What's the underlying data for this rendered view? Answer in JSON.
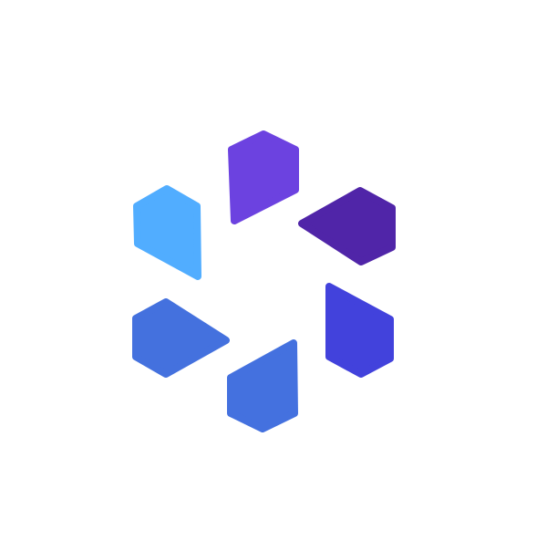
{
  "logo": {
    "name": "hexagonal-petal-logo",
    "pieces": [
      {
        "id": "top",
        "color": "#6c42e0"
      },
      {
        "id": "upper-right",
        "color": "#5025a8"
      },
      {
        "id": "lower-right",
        "color": "#4242dc"
      },
      {
        "id": "bottom",
        "color": "#4471df"
      },
      {
        "id": "lower-left",
        "color": "#4471de"
      },
      {
        "id": "upper-left",
        "color": "#51adff"
      }
    ]
  }
}
